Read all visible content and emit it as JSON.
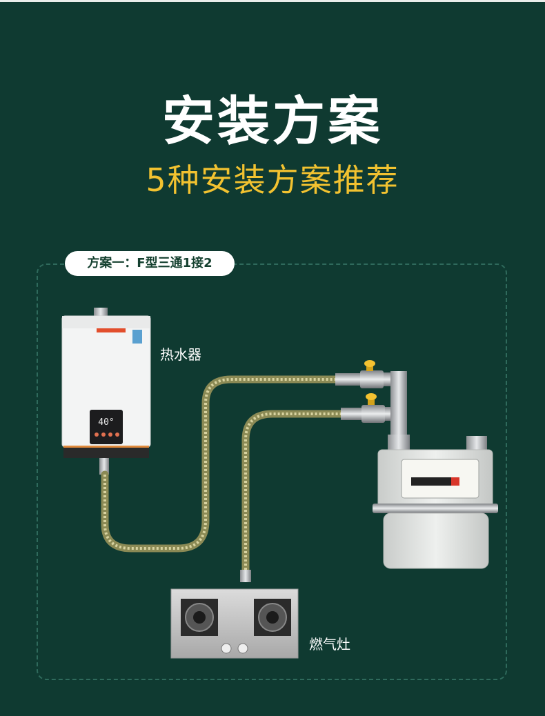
{
  "header": {
    "title": "安装方案",
    "subtitle": "5种安装方案推荐"
  },
  "plan": {
    "label": "方案一：F型三通1接2"
  },
  "devices": {
    "water_heater": "热水器",
    "gas_stove": "燃气灶"
  },
  "colors": {
    "background": "#0f3a31",
    "accent": "#f2c230",
    "text": "#ffffff"
  }
}
